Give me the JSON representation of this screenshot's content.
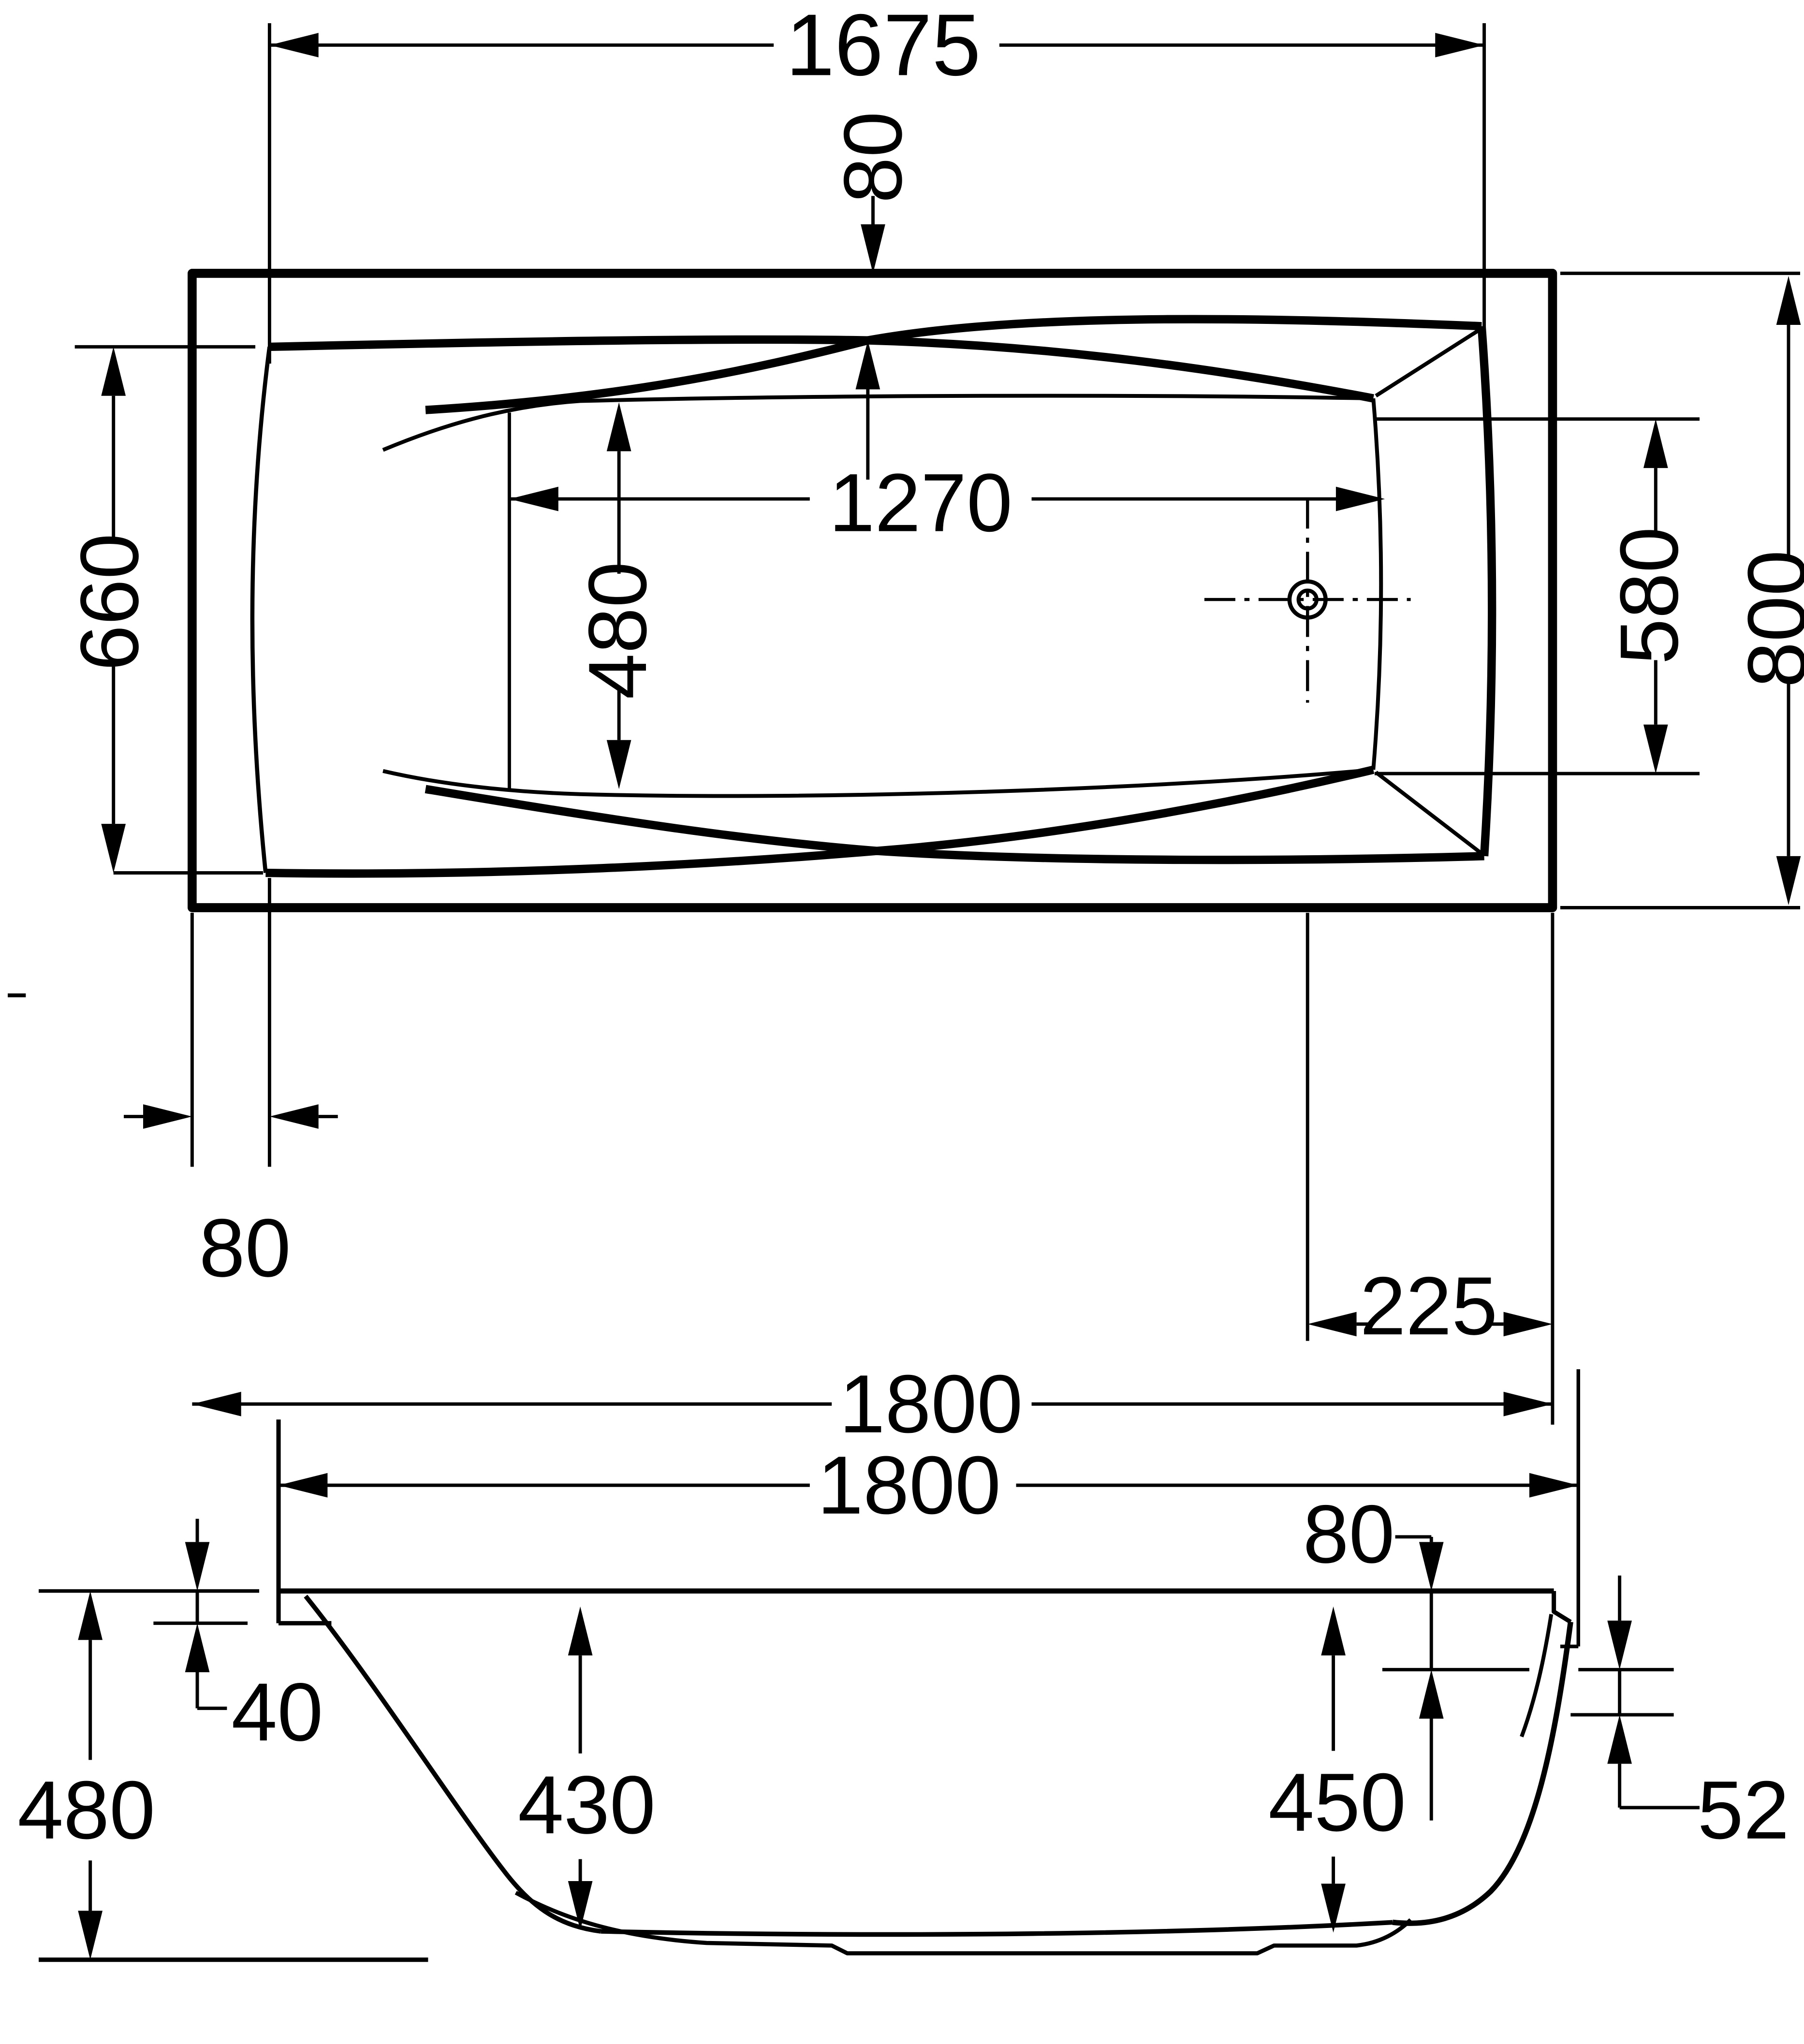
{
  "drawing": {
    "type": "bathtub technical drawing, plan view and side section with dimensions",
    "background_color": "#ffffff",
    "line_color": "#000000",
    "top_view": {
      "name": "plan view",
      "dims": {
        "rim_length": "1675",
        "rim_inset_top": "80",
        "inner_width_left": "660",
        "floor_length": "1270",
        "floor_width": "480",
        "inner_width_right": "580",
        "overall_width": "800",
        "rim_inset_left": "80",
        "drain_offset": "225",
        "overall_length": "1800"
      }
    },
    "side_view": {
      "name": "side section view",
      "dims": {
        "overall_length": "1800",
        "rim_drop_left": "40",
        "overall_height": "480",
        "depth_left": "430",
        "depth_right": "450",
        "ledge_drop_right": "80",
        "rim_drop_right": "52"
      }
    }
  }
}
